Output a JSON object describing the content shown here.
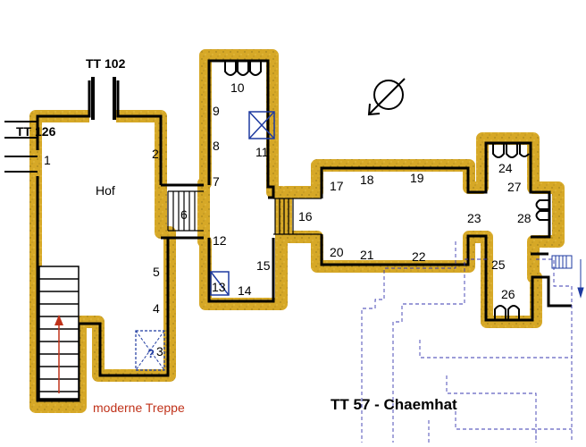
{
  "labels": {
    "tt102": "TT 102",
    "tt126": "TT 126",
    "hof": "Hof",
    "moderne_treppe": "moderne Treppe",
    "title": "TT 57 - Chaemhat",
    "question_mark": "?"
  },
  "rooms": {
    "r1": "1",
    "r2": "2",
    "r3": "3",
    "r4": "4",
    "r5": "5",
    "r6": "6",
    "r7": "7",
    "r8": "8",
    "r9": "9",
    "r10": "10",
    "r11": "11",
    "r12": "12",
    "r13": "13",
    "r14": "14",
    "r15": "15",
    "r16": "16",
    "r17": "17",
    "r18": "18",
    "r19": "19",
    "r20": "20",
    "r21": "21",
    "r22": "22",
    "r23": "23",
    "r24": "24",
    "r25": "25",
    "r26": "26",
    "r27": "27",
    "r28": "28"
  },
  "colors": {
    "rock": "#d6a827",
    "rock_speckle": "#a8861e",
    "wall": "#000000",
    "blue": "#1e3aa0",
    "stair_arrow": "#c0321a",
    "dashed": "#3a3ab0"
  },
  "icons": {
    "north": "north-arrow-icon"
  }
}
